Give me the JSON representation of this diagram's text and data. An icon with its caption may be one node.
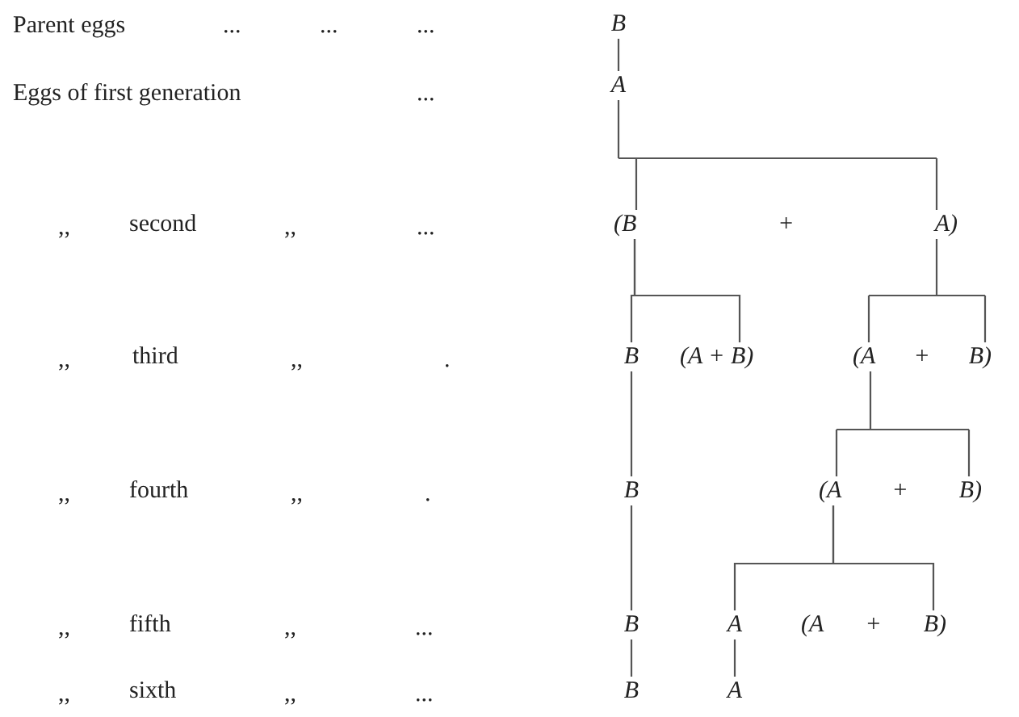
{
  "diagram": {
    "nodes": [
      {
        "text": [
          "B"
        ]
      },
      {
        "text": [
          "A"
        ]
      },
      {
        "text": [
          "(B + A)"
        ]
      },
      {
        "text": [
          "B"
        ]
      },
      {
        "text": [
          "(A + B)"
        ]
      },
      {
        "text": [
          "(A + B)"
        ]
      },
      {
        "text": [
          "B"
        ]
      },
      {
        "text": [
          "(A + B)"
        ]
      },
      {
        "text": [
          "B"
        ]
      },
      {
        "text": [
          "A"
        ]
      },
      {
        "text": [
          "(A + B)"
        ]
      },
      {
        "text": [
          "B"
        ]
      },
      {
        "text": [
          "A"
        ]
      }
    ],
    "edges": [
      {
        "from": 0,
        "to": 1,
        "arrow": "none"
      },
      {
        "from": 1,
        "to": 2,
        "arrow": "none"
      },
      {
        "from": 2,
        "to": 3,
        "arrow": "none"
      },
      {
        "from": 2,
        "to": 4,
        "arrow": "none"
      },
      {
        "from": 2,
        "to": 5,
        "arrow": "none"
      },
      {
        "from": 3,
        "to": 6,
        "arrow": "none"
      },
      {
        "from": 5,
        "to": 7,
        "arrow": "none"
      },
      {
        "from": 6,
        "to": 8,
        "arrow": "none"
      },
      {
        "from": 7,
        "to": 9,
        "arrow": "none"
      },
      {
        "from": 7,
        "to": 10,
        "arrow": "none"
      },
      {
        "from": 8,
        "to": 11,
        "arrow": "none"
      },
      {
        "from": 9,
        "to": 12,
        "arrow": "none"
      }
    ],
    "labels": [
      "Parent eggs",
      "...",
      "...",
      "...",
      "Eggs of first generation",
      "...",
      ",,",
      "second",
      ",,",
      "...",
      ",,",
      "third",
      ",,",
      ".",
      ",,",
      "fourth",
      ",,",
      ".",
      ",,",
      "fifth",
      ",,",
      "...",
      ",,",
      "sixth",
      ",,",
      "..."
    ]
  }
}
